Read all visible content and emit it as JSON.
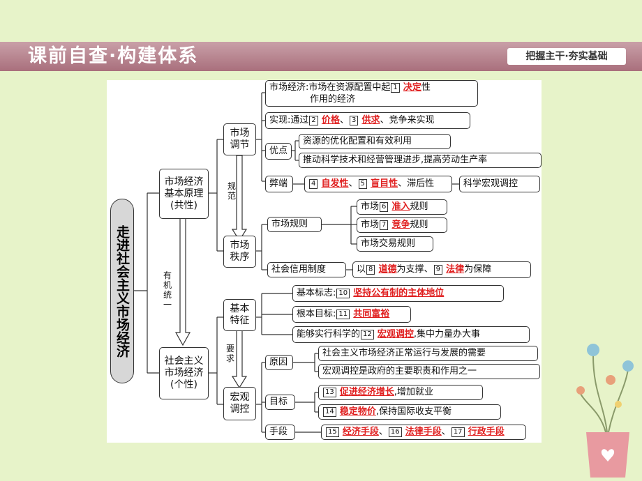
{
  "header": {
    "title": "课前自查·构建体系",
    "tag": "把握主干·夯实基础"
  },
  "diagram": {
    "root": "走进社会主义市场经济",
    "left_top": "市场经济基本原理(共性)",
    "left_bottom": "社会主义市场经济(个性)",
    "link_label": "有机统一",
    "regulate": "市场调节",
    "order": "市场秩序",
    "norm_label": "规范",
    "basic": "基本特征",
    "macro": "宏观调控",
    "require_label": "要求",
    "r1_pre": "市场经济:市场在资源配置中起",
    "r1_n": "1",
    "r1_ans": "决定",
    "r1_post": "性",
    "r1_line2": "作用的经济",
    "r2_pre": "实现:通过",
    "r2_n1": "2",
    "r2_a1": "价格",
    "r2_sep": "、",
    "r2_n2": "3",
    "r2_a2": "供求",
    "r2_post": "竞争来实现",
    "adv": "优点",
    "adv1": "资源的优化配置和有效利用",
    "adv2": "推动科学技术和经营管理进步,提高劳动生产率",
    "dis": "弊端",
    "dis_n1": "4",
    "dis_a1": "自发性",
    "dis_sep": "、",
    "dis_n2": "5",
    "dis_a2": "盲目性",
    "dis_post": "、滞后性",
    "dis_fix": "科学宏观调控",
    "rules": "市场规则",
    "rule1_pre": "市场",
    "rule1_n": "6",
    "rule1_a": "准入",
    "rule1_post": "规则",
    "rule2_pre": "市场",
    "rule2_n": "7",
    "rule2_a": "竞争",
    "rule2_post": "规则",
    "rule3": "市场交易规则",
    "credit": "社会信用制度",
    "credit_pre": "以",
    "credit_n1": "8",
    "credit_a1": "道德",
    "credit_mid": "为支撑、",
    "credit_n2": "9",
    "credit_a2": "法律",
    "credit_post": "为保障",
    "b1_pre": "基本标志:",
    "b1_n": "10",
    "b1_a": "坚持公有制的主体地位",
    "b2_pre": "根本目标:",
    "b2_n": "11",
    "b2_a": "共同富裕",
    "b3_pre": "能够实行科学的",
    "b3_n": "12",
    "b3_a": "宏观调控",
    "b3_post": ",集中力量办大事",
    "reason": "原因",
    "reason1": "社会主义市场经济正常运行与发展的需要",
    "reason2": "宏观调控是政府的主要职责和作用之一",
    "goal": "目标",
    "g1_n": "13",
    "g1_a": "促进经济增长",
    "g1_post": ",增加就业",
    "g2_n": "14",
    "g2_a": "稳定物价",
    "g2_post": ",保持国际收支平衡",
    "means": "手段",
    "m_n1": "15",
    "m_a1": "经济手段",
    "m_sep1": "、",
    "m_n2": "16",
    "m_a2": "法律手段",
    "m_sep2": "、",
    "m_n3": "17",
    "m_a3": "行政手段"
  }
}
